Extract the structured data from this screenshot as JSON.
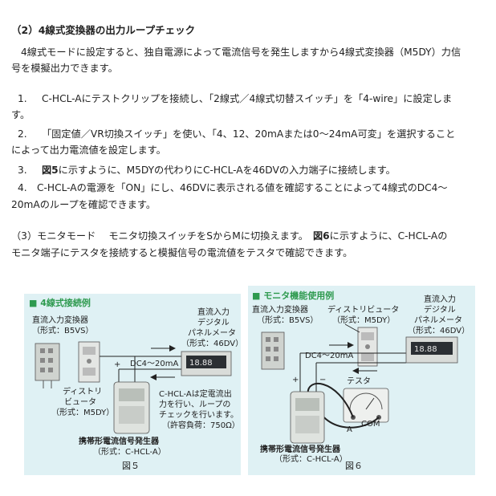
{
  "section2": {
    "heading": "（2）4線式変換器の出力ループチェック",
    "intro_line1": "4線式モードに設定すると、独自電源によって電流信号を発生しますから4線式変換器（M5DY）力信",
    "intro_line2": "号を模擬出力できます。",
    "steps": [
      {
        "num": "1.",
        "lines": [
          "C-HCL-Aにテストクリップを接続し、「2線式／4線式切替スイッチ」を「4-wire」に設定しま",
          "す。"
        ]
      },
      {
        "num": "2.",
        "lines": [
          "「固定値／VR切換スイッチ」を使い、「4、12、20mAまたは0～24mA可変」を選択すること",
          "によって出力電流値を設定します。"
        ]
      },
      {
        "num": "3.",
        "pre": "",
        "ref": "図5",
        "post": "に示すように、M5DYの代わりにC-HCL-Aを46DVの入力端子に接続します。"
      },
      {
        "num": "4.",
        "lines": [
          "C-HCL-Aの電源を「ON」にし、46DVに表示される値を確認することによって4線式のDC4～",
          "20mAのループを確認できます。"
        ]
      }
    ]
  },
  "section3": {
    "line1_pre": "（3）モニタモード　 モニタ切換スイッチをSからMに切換えます。　",
    "line1_ref": "図6",
    "line1_post": "に示すように、C-HCL-Aの",
    "line2": "モニタ端子にテスタを接続すると模擬信号の電流値をテスタで確認できます。"
  },
  "figure5": {
    "panel_title": "■ 4線式接続例",
    "converter_label": [
      "直流入力変換器",
      "（形式：B5VS）"
    ],
    "meter_label": [
      "直流入力",
      "デジタル",
      "パネルメータ",
      "（形式：46DV）"
    ],
    "current_label": "DC4～20mA",
    "distributor_label": [
      "ディストリ",
      "ビュータ",
      "（形式：M5DY）"
    ],
    "note": [
      "C-HCL-Aは定電流出",
      "力を行い、ループの",
      "チェックを行います。",
      "（許容負荷：750Ω）"
    ],
    "generator_label": [
      "携帯形電流信号発生器",
      "（形式：C-HCL-A）"
    ],
    "caption": "図５",
    "plus": "+",
    "minus": "−",
    "display_value": "18.88"
  },
  "figure6": {
    "panel_title": "■ モニタ機能使用例",
    "converter_label": [
      "直流入力変換器",
      "（形式：B5VS）"
    ],
    "distributor_label": [
      "ディストリビュータ",
      "（形式：M5DY）"
    ],
    "meter_label": [
      "直流入力",
      "デジタル",
      "パネルメータ",
      "（形式：46DV）"
    ],
    "current_label": "DC4～20mA",
    "tester_label": "テスタ",
    "terminal_a": "A",
    "terminal_com": "COM",
    "generator_label": [
      "携帯形電流信号発生器",
      "（形式：C-HCL-A）"
    ],
    "caption": "図６",
    "plus": "+",
    "minus": "−",
    "display_value": "18.88"
  },
  "colors": {
    "panel_bg": "#dff1f4",
    "title_green": "#2e9a4f",
    "device_gray": "#d6dad6",
    "display_dark": "#2b2f33"
  }
}
